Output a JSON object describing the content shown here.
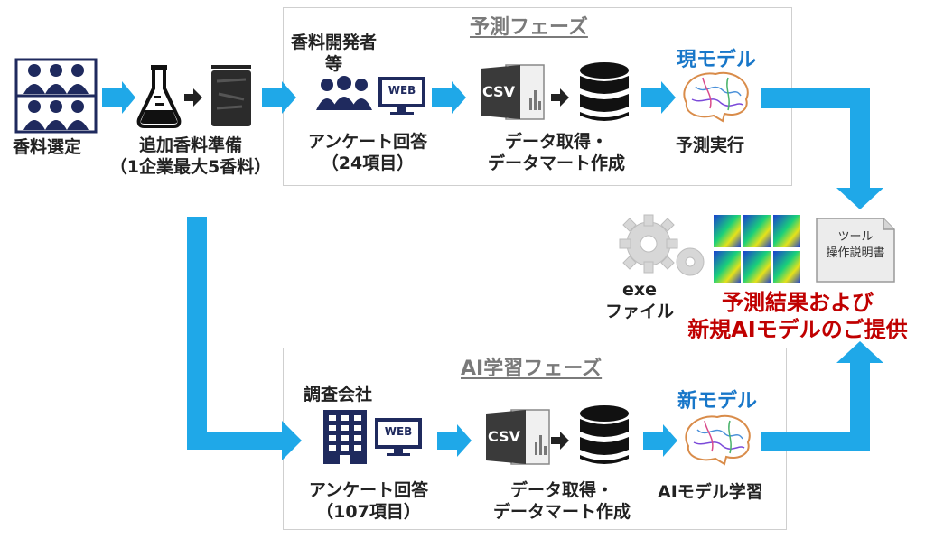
{
  "prediction_phase": {
    "title": "予測フェーズ",
    "developer_label": [
      "香料開発者",
      "等"
    ],
    "survey_label": [
      "アンケート回答",
      "（24項目）"
    ],
    "data_label": [
      "データ取得・",
      "データマート作成"
    ],
    "model_label": "現モデル",
    "run_label": "予測実行"
  },
  "selection": {
    "fragrance_select": "香料選定",
    "prep_label": [
      "追加香料準備",
      "（1企業最大5香料）"
    ]
  },
  "ai_phase": {
    "title": "AI学習フェーズ",
    "company_label": "調査会社",
    "survey_label": [
      "アンケート回答",
      "（107項目）"
    ],
    "data_label": [
      "データ取得・",
      "データマート作成"
    ],
    "model_label": "新モデル",
    "learn_label": "AIモデル学習"
  },
  "output": {
    "exe_label": [
      "exe",
      "ファイル"
    ],
    "manual_label": [
      "ツール",
      "操作説明書"
    ],
    "result_label": [
      "予測結果および",
      "新規AIモデルのご提供"
    ]
  },
  "icons": {
    "web": "WEB",
    "csv": "CSV"
  },
  "colors": {
    "arrow": "#1fa8e8",
    "model_text": "#1877c9",
    "result_text": "#c00000",
    "icon_navy": "#1f2a5e"
  }
}
